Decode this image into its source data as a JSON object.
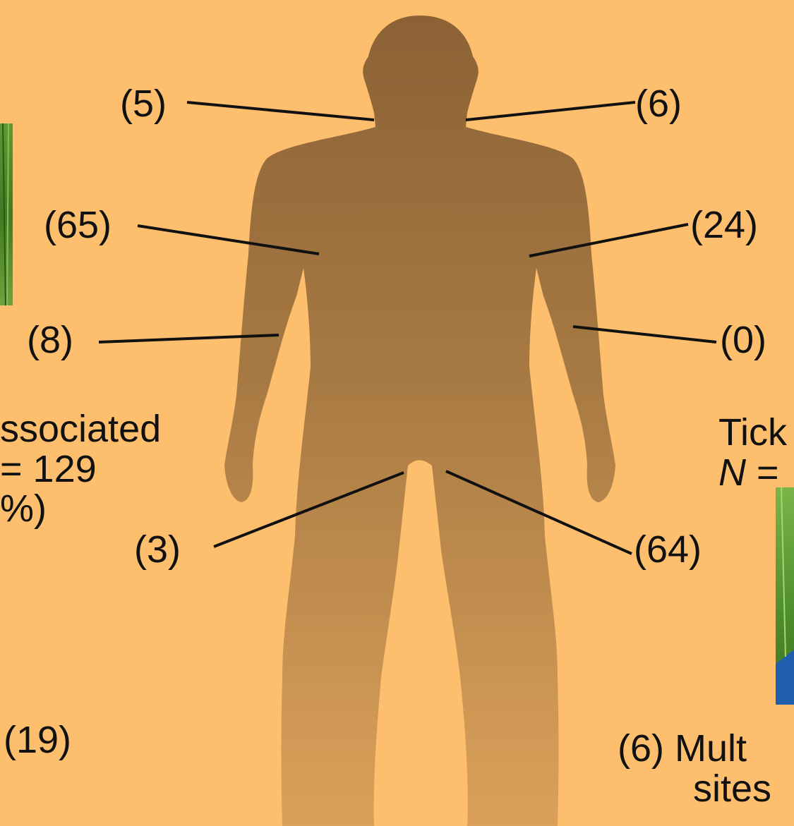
{
  "labels": {
    "head_left": "(5)",
    "head_right": "(6)",
    "upper_arm_left": "(65)",
    "upper_arm_right": "(24)",
    "forearm_left": "(8)",
    "forearm_right": "(0)",
    "groin_left": "(3)",
    "groin_right": "(64)",
    "bottom_left": "(19)"
  },
  "left_caption": {
    "line1": "ssociated",
    "line2": "= 129",
    "line3": "%)"
  },
  "right_caption": {
    "line1": "Tick",
    "line2_n": "N",
    "line2_rest": " ="
  },
  "bottom_right_caption": {
    "line1": "(6) Mult",
    "line2": "sites"
  },
  "colors": {
    "background": "#fdbf6d",
    "silhouette_top": "#8c6235",
    "silhouette_bottom": "#dba15a",
    "leader_line": "#111111",
    "photo_grass": "#4f8a2b",
    "photo_blue": "#1f5fae"
  }
}
